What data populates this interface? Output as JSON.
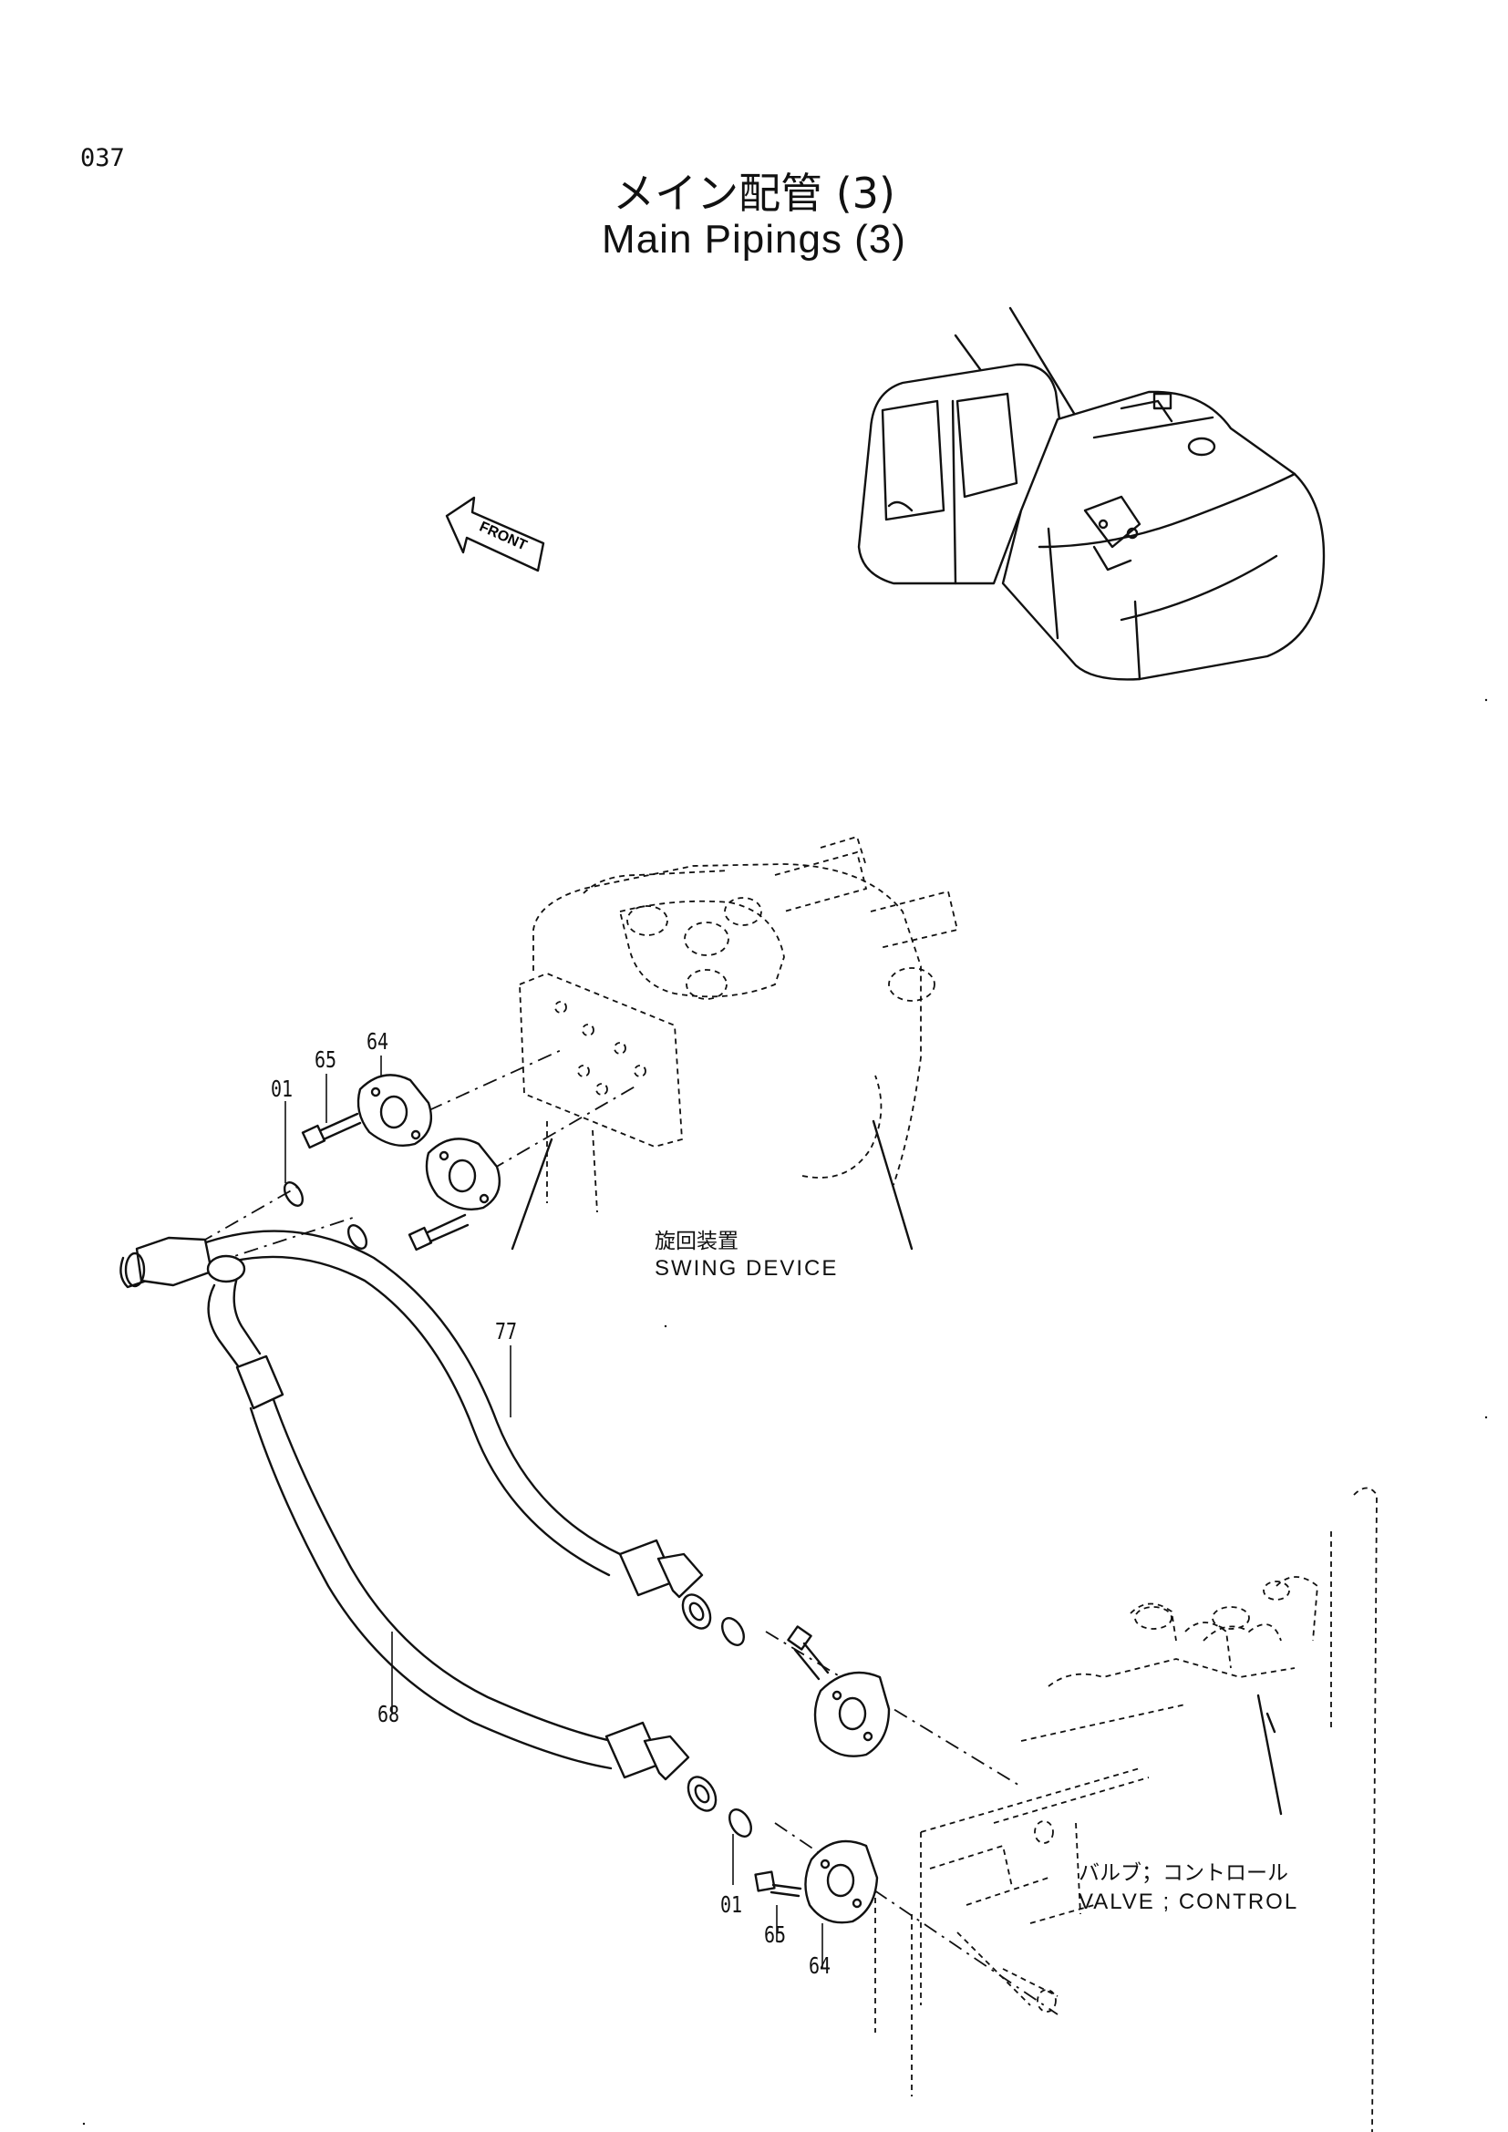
{
  "page": {
    "number": "037"
  },
  "title": {
    "japanese": "メイン配管 (3)",
    "english": "Main Pipings (3)"
  },
  "front_arrow": {
    "label": "FRONT"
  },
  "components": {
    "swing_device": {
      "label_jp": "旋回装置",
      "label_en": "SWING DEVICE"
    },
    "control_valve": {
      "label_jp": "バルブ；コントロール",
      "label_en": "VALVE ; CONTROL"
    }
  },
  "callouts": {
    "upper": {
      "oring": "01",
      "bolt": "65",
      "flange": "64"
    },
    "hose_upper": "77",
    "hose_lower": "68",
    "lower": {
      "oring": "01",
      "bolt": "65",
      "flange": "64"
    }
  }
}
